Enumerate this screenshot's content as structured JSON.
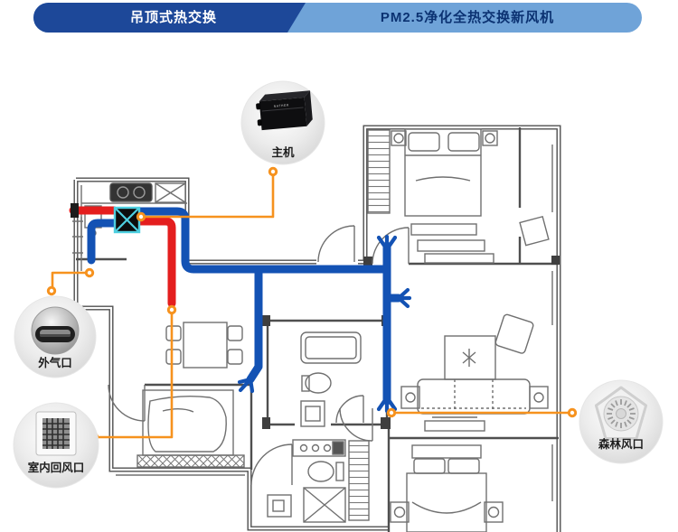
{
  "header": {
    "left_tab_label": "吊顶式热交换",
    "right_tab_label": "PM2.5净化全热交换新风机"
  },
  "callouts": {
    "main_unit": {
      "label": "主机",
      "brand_text": "NATHER",
      "icon": "heat-recovery-main-unit-box"
    },
    "outdoor_vent": {
      "label": "外气口",
      "icon": "outdoor-dome-air-vent"
    },
    "indoor_return_vent": {
      "label": "室内回风口",
      "icon": "square-return-grille"
    },
    "forest_vent": {
      "label": "森林风口",
      "icon": "round-ceiling-diffuser"
    }
  },
  "legend": {
    "fresh_air_duct_color": "#1352b4",
    "exhaust_duct_color": "#e41e1e",
    "callout_connector_color": "#f6921e",
    "heat_exchanger_symbol_color": "#4ecfe0",
    "floorplan_wall_color": "#4f4f4f",
    "header_left_bg": "#1d4899",
    "header_right_bg": "#6fa3d8",
    "header_right_text_color": "#0b3272"
  }
}
